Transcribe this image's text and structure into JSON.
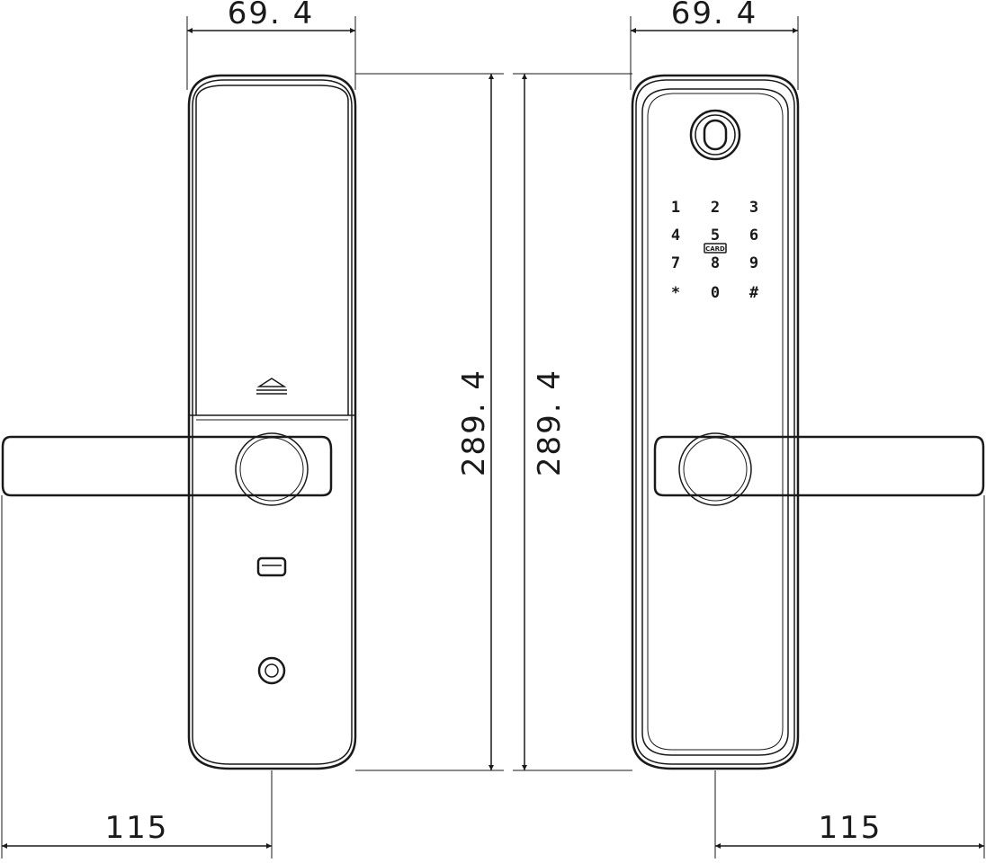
{
  "dimensions": {
    "left_width": "69. 4",
    "right_width": "69. 4",
    "left_height": "289. 4",
    "right_height": "289. 4",
    "left_handle": "115",
    "right_handle": "115"
  },
  "keypad": {
    "keys": [
      "1",
      "2",
      "3",
      "4",
      "5",
      "6",
      "7",
      "8",
      "9",
      "*",
      "0",
      "#"
    ],
    "card_label": "CARD"
  }
}
